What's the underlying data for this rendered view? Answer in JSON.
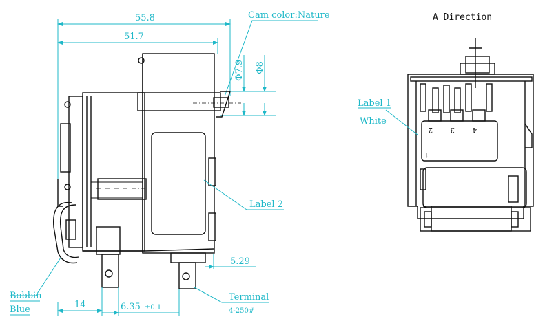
{
  "side_view": {
    "dim_total_width": "55.8",
    "dim_body_width": "51.7",
    "dim_cam_diameter_1": "Φ7.9",
    "dim_cam_diameter_2": "Φ8",
    "cam_color": "Cam color:Nature",
    "label2": "Label 2",
    "bobbin_line1": "Bobbin",
    "bobbin_line2": "Blue",
    "dim_terminal_offset": "5.29",
    "dim_left": "14",
    "dim_terminal_pitch": "6.35",
    "dim_tolerance": "±0.1",
    "terminal_line1": "Terminal",
    "terminal_line2": "4-250#"
  },
  "direction_view": {
    "title": "A  Direction",
    "label1_line1": "Label 1",
    "label1_line2": "White",
    "pin_numbers": [
      "2",
      "3",
      "4"
    ],
    "pin_one": "1"
  },
  "colors": {
    "dimension": "#1fb8c8",
    "outline": "#111111"
  }
}
